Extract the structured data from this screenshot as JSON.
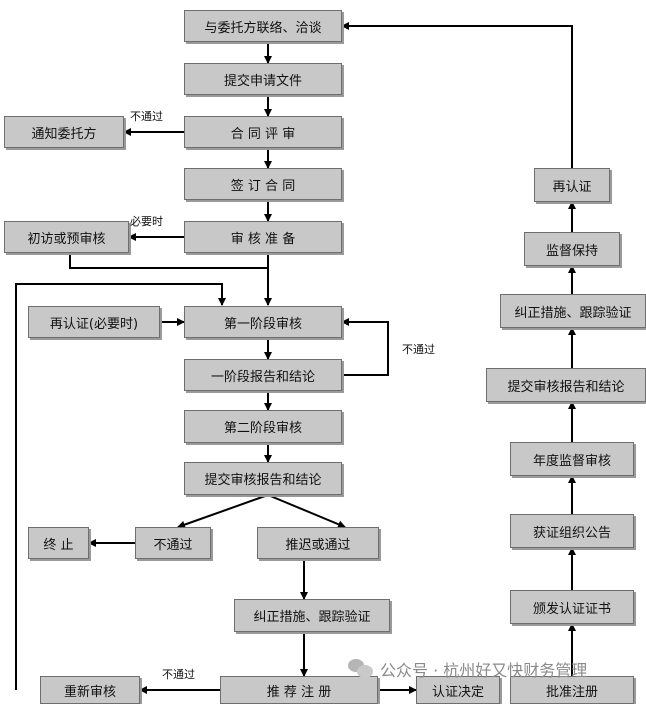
{
  "nodes": {
    "contact": "与委托方联络、洽谈",
    "submit_app": "提交申请文件",
    "contract_review": "合 同 评 审",
    "notify_client": "通知委托方",
    "sign_contract": "签 订 合 同",
    "audit_prep": "审 核 准 备",
    "pre_visit": "初访或预审核",
    "recert_if_needed": "再认证(必要时)",
    "stage1": "第一阶段审核",
    "stage1_report": "一阶段报告和结论",
    "stage2": "第二阶段审核",
    "submit_report": "提交审核报告和结论",
    "fail_mid": "不通过",
    "terminate": "终 止",
    "defer_pass": "推迟或通过",
    "corrective_left": "纠正措施、跟踪验证",
    "reaudit": "重新审核",
    "recommend": "推 荐 注 册",
    "cert_decision": "认证决定",
    "approve_reg": "批准注册",
    "issue_cert": "颁发认证证书",
    "announce": "获证组织公告",
    "annual_surv": "年度监督审核",
    "submit_report_right": "提交审核报告和结论",
    "corrective_right": "纠正措施、跟踪验证",
    "maintain": "监督保持",
    "recert": "再认证"
  },
  "edge_labels": {
    "not_pass_top": "不通过",
    "when_needed": "必要时",
    "not_pass_stage1": "不通过",
    "not_pass_bottom": "不通过"
  },
  "watermark": {
    "text": "公众号 · 杭州好又快财务管理",
    "icon": "wechat-icon"
  }
}
